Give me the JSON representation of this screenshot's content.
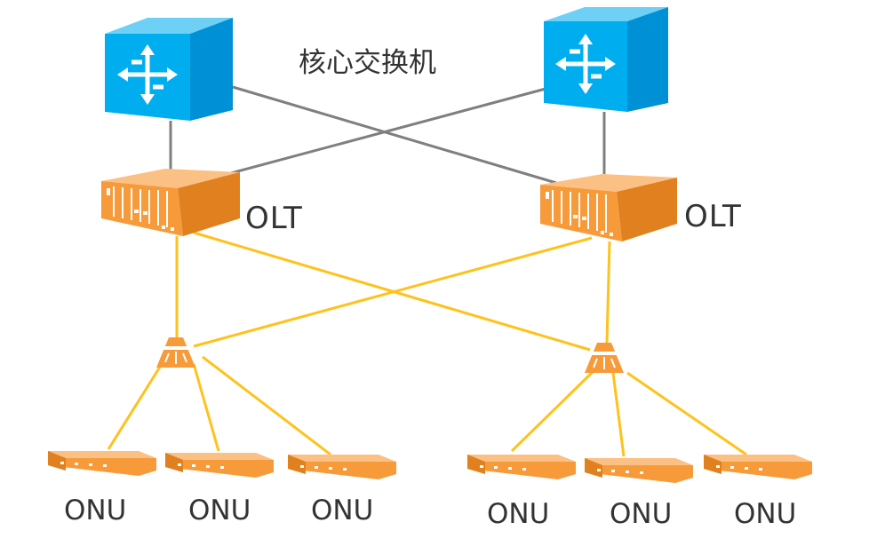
{
  "labels": {
    "core_switch": "核心交换机",
    "olt": "OLT",
    "onu": "ONU"
  },
  "nodes": {
    "core_switches": [
      {
        "id": "core-switch-left",
        "icon": "router-icon"
      },
      {
        "id": "core-switch-right",
        "icon": "router-icon"
      }
    ],
    "olts": [
      {
        "id": "olt-left",
        "label": "OLT"
      },
      {
        "id": "olt-right",
        "label": "OLT"
      }
    ],
    "splitters": [
      {
        "id": "splitter-left"
      },
      {
        "id": "splitter-right"
      }
    ],
    "onus": [
      {
        "id": "onu-1",
        "label": "ONU"
      },
      {
        "id": "onu-2",
        "label": "ONU"
      },
      {
        "id": "onu-3",
        "label": "ONU"
      },
      {
        "id": "onu-4",
        "label": "ONU"
      },
      {
        "id": "onu-5",
        "label": "ONU"
      },
      {
        "id": "onu-6",
        "label": "ONU"
      }
    ]
  },
  "links": {
    "core_to_olt": [
      [
        "core-switch-left",
        "olt-left"
      ],
      [
        "core-switch-left",
        "olt-right"
      ],
      [
        "core-switch-right",
        "olt-left"
      ],
      [
        "core-switch-right",
        "olt-right"
      ]
    ],
    "olt_to_splitter": [
      [
        "olt-left",
        "splitter-left"
      ],
      [
        "olt-left",
        "splitter-right"
      ],
      [
        "olt-right",
        "splitter-left"
      ],
      [
        "olt-right",
        "splitter-right"
      ]
    ],
    "splitter_to_onu": [
      [
        "splitter-left",
        "onu-1"
      ],
      [
        "splitter-left",
        "onu-2"
      ],
      [
        "splitter-left",
        "onu-3"
      ],
      [
        "splitter-right",
        "onu-4"
      ],
      [
        "splitter-right",
        "onu-5"
      ],
      [
        "splitter-right",
        "onu-6"
      ]
    ]
  },
  "colors": {
    "switch_front": "#00AEEF",
    "switch_top": "#6FD0F5",
    "switch_side": "#0090D6",
    "device_orange": "#F79A3A",
    "device_orange_dark": "#E0801E",
    "device_orange_light": "#FBC084",
    "link_gray": "#7F7F7F",
    "link_fiber": "#FFC21C",
    "label_text": "#333333"
  }
}
